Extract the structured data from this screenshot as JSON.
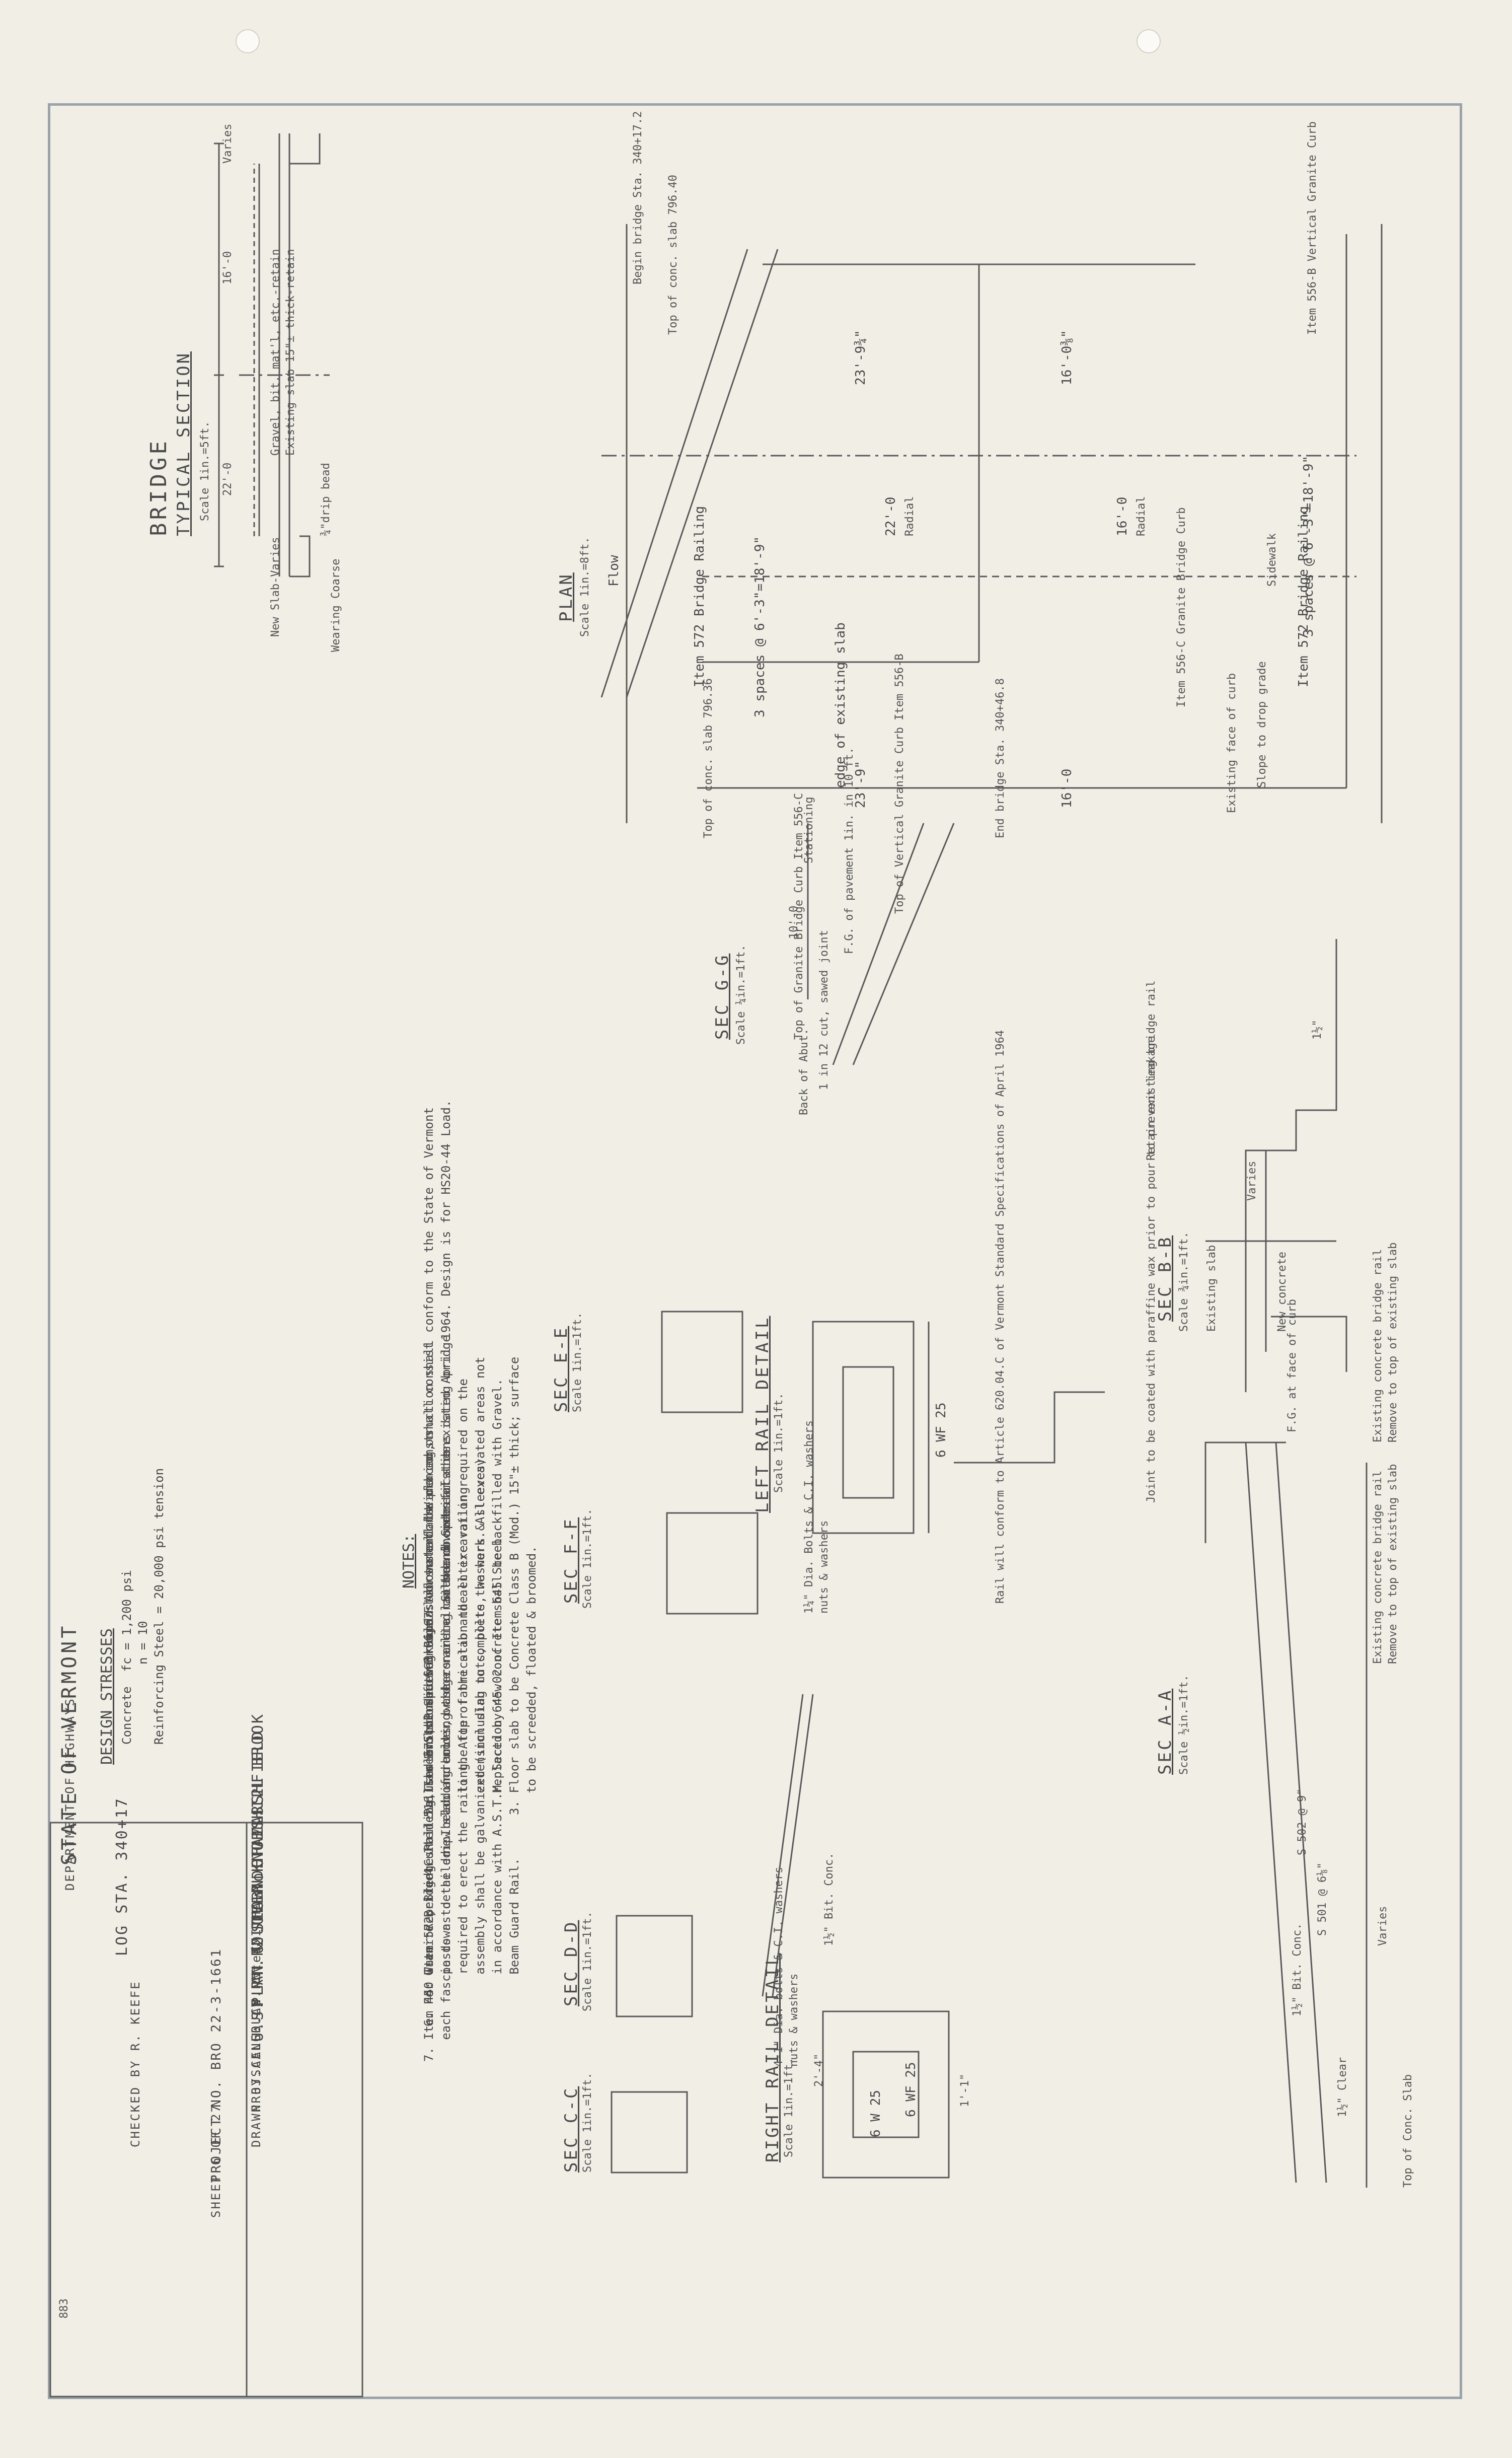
{
  "sections": {
    "typical_section": {
      "title": "BRIDGE",
      "subtitle": "TYPICAL SECTION",
      "scale": "Scale 1in.=5ft.",
      "labels": [
        "Gravel, bit. mat'l, etc.-retain",
        "Existing slab 15\"± thick-retain",
        "New Slab-Varies",
        "¾\"drip bead",
        "16'-0",
        "22'-0",
        "Varies",
        "Wearing Coarse"
      ]
    },
    "plan": {
      "title": "PLAN",
      "scale": "Scale 1in.=8ft.",
      "flow": "Flow",
      "labels": [
        "Item 572 Bridge Railing",
        "Item 572 Bridge Railing",
        "edge of existing slab",
        "22'-0",
        "Radial",
        "16'-0",
        "Radial",
        "3 spaces @ 6'-3\"=18'-9\"",
        "3 spaces @ 6'-3\"=18'-9\"",
        "Sidewalk",
        "Existing face of curb",
        "Item 556-C Granite Bridge Curb",
        "Begin bridge Sta. 340+17.2",
        "End bridge Sta. 340+46.8",
        "23'-9¾\"",
        "16'-0⅜\"",
        "23'-9\"",
        "16'-0",
        "Top of conc. slab 796.40",
        "Top of conc. slab 796.36",
        "Item 556-B Vertical Granite Curb",
        "Slope to drop grade",
        "Stationing"
      ]
    },
    "sec_bb": {
      "title": "SEC B-B",
      "scale": "Scale ¾in.=1ft.",
      "labels": [
        "Existing concrete bridge rail",
        "Remove to top of existing slab",
        "Existing slab",
        "New concrete",
        "Retain existing bridge rail",
        "F.G. at face of curb",
        "1½\"",
        "Varies"
      ]
    },
    "sec_aa": {
      "title": "SEC A-A",
      "scale": "Scale ½in.=1ft.",
      "labels": [
        "Existing concrete bridge rail",
        "Remove to top of existing slab",
        "Joint to be coated with paraffine wax prior to pour to prevent leakage",
        "Varies",
        "S 502 @ 9\"",
        "S 501 @ 6⅛\"",
        "1½\" Bit. Conc.",
        "1½\" Clear",
        "Top of Conc. Slab"
      ]
    },
    "sec_gg": {
      "title": "SEC G-G",
      "scale": "Scale ¼in.=1ft.",
      "labels": [
        "Top of Vertical Granite Curb Item 556-B",
        "F.G. of pavement 1in. in 10 ft.",
        "10'-0",
        "Top of Granite Bridge Curb Item 556-C",
        "Back of Abut.",
        "1 in 12 cut, sawed joint"
      ]
    },
    "sec_ee": {
      "title": "SEC E-E",
      "scale": "Scale 1in.=1ft."
    },
    "sec_ff": {
      "title": "SEC F-F",
      "scale": "Scale 1in.=1ft."
    },
    "sec_dd": {
      "title": "SEC D-D",
      "scale": "Scale 1in.=1ft."
    },
    "sec_cc": {
      "title": "SEC C-C",
      "scale": "Scale 1in.=1ft."
    },
    "left_rail": {
      "title": "LEFT RAIL DETAIL",
      "scale": "Scale 1in.=1ft.",
      "labels": [
        "6 WF 25",
        "Rail will conform to Article 620.04.C of Vermont Standard Specifications of April 1964",
        "1¼\" Dia. Bolts & C.I. washers",
        "nuts & washers"
      ]
    },
    "right_rail": {
      "title": "RIGHT RAIL DETAIL",
      "scale": "Scale 1in.=1ft.",
      "labels": [
        "6 WF 25",
        "6 W 25",
        "2'-4\"",
        "1'-1\"",
        "1½\" Bit. Conc.",
        "4-1\" Dia. bolts & C.I. washers",
        "nuts & washers"
      ]
    }
  },
  "design_stresses": {
    "title": "DESIGN STRESSES",
    "lines": [
      "Concrete  fc = 1,200 psi",
      "           n = 10",
      "Reinforcing Steel = 20,000 psi tension"
    ]
  },
  "notes": {
    "title": "NOTES:",
    "items": [
      "1. All materials and construction shall conform to the State of Vermont\n   Standard Specifications dated April 1964. Design is for HS20-44 Load.",
      "2. Item 575, Preparing Superstructure for Widening, shall consist\n   of removing the concrete rails and curbs of the existing bridge\n   to the top of the slab and all excavation required on the\n   extension slab to complete the work. All excavated areas not\n   replaced by new concrete shall be backfilled with Gravel.\n3. Floor slab to be Concrete Class B (Mod.) 15\"± thick; surface\n   to be screeded, floated & broomed.",
      "4. Item 518 Tar Emulsion for Bridge Floors shall be placed on\n   new slab and under bridge railing on the downstream side.",
      "5. Item 572, Bridge Railing, shall include the rail as shown and the\n   posts as detailed. Including bolts, washers and all other incidentals\n   required to erect the railing. After fabrication the entire railing\n   assembly shall be galvanized (including nuts, bolts, washers & sleeves)\n   in accordance with A.S.T.M. Section 645.02 of Item 645 Steel\n   Beam Guard Rail.",
      "6. For Granite Bridge Curb details see Std. Sh. SCB-06-67.",
      "7. Item 440 Water Repellent shall be used on the sidewalk and\n   each fascia down to the drip bead."
    ]
  },
  "title_block": {
    "state": "STATE OF VERMONT",
    "department": "DEPARTMENT OF HIGHWAYS",
    "town": "TOWN OF MARSHFIELD",
    "route": "ROUTE No. U.S. 2",
    "log": "LOG STA. 340+17",
    "drawing_title": "PLAN & SLAB DETAILS",
    "bridge": "U.S. RT. 2 OVER KNOB HILL BROOK",
    "scale": "SCALE: As Noted",
    "proj_engr": "PROJ. ENGR. W. N. SMITH",
    "drawn": "DRAWN BY A. COUCH",
    "checked": "CHECKED BY R. KEEFE",
    "project": "PROJECT NO. BRO 22-3-1661",
    "sheet": "SHEET  6  OF  27"
  },
  "stamp": "883"
}
